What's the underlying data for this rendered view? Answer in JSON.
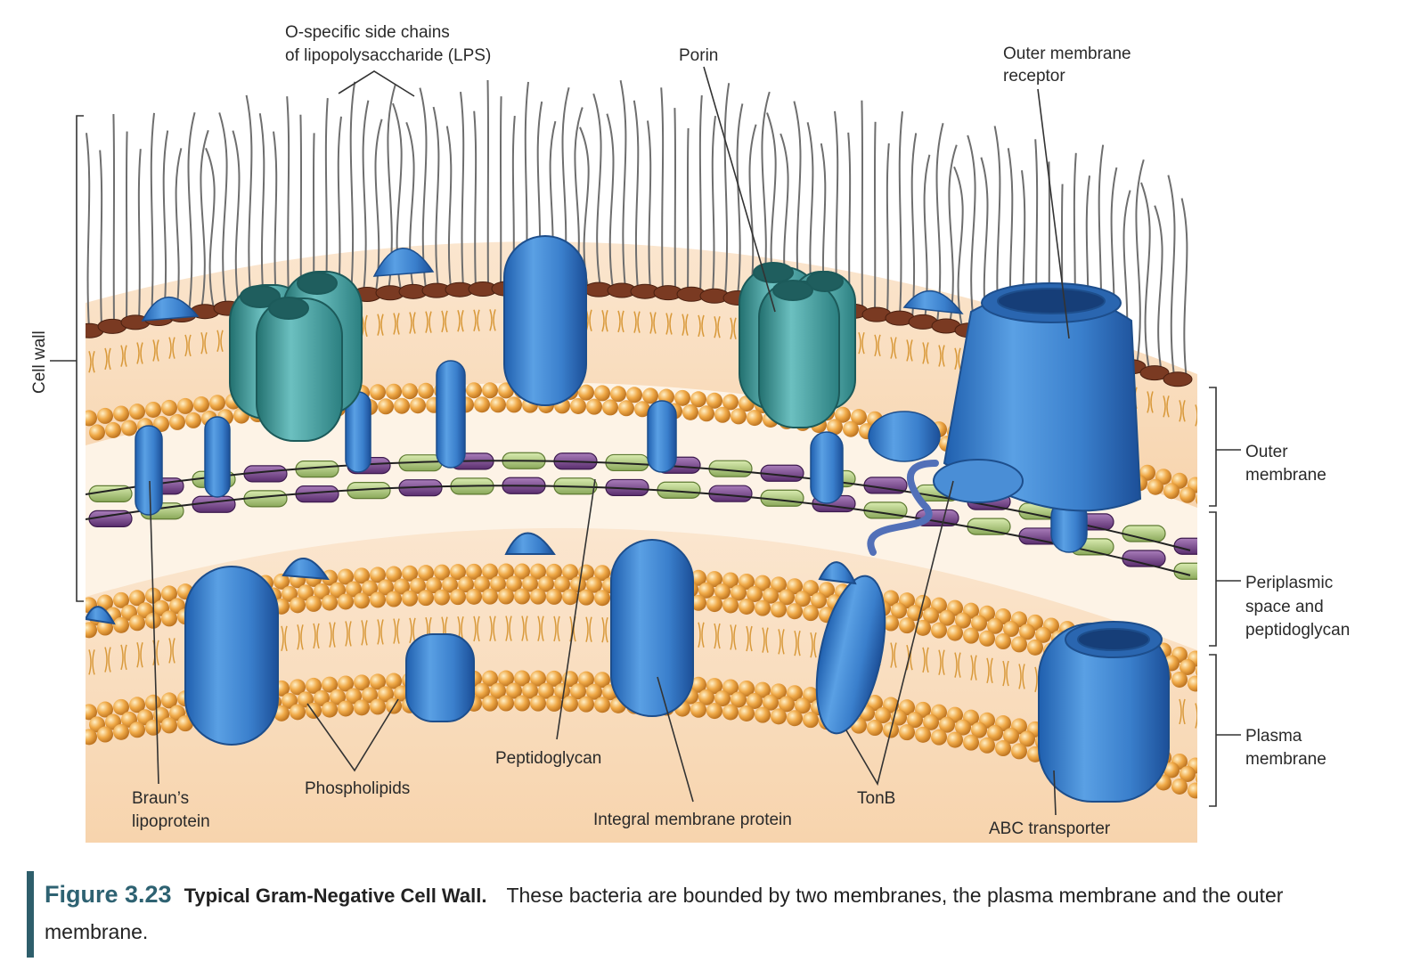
{
  "labels": {
    "lps_line1": "O-specific side chains",
    "lps_line2": "of  lipopolysaccharide (LPS)",
    "porin": "Porin",
    "omr_line1": "Outer membrane",
    "omr_line2": "receptor",
    "cell_wall": "Cell wall",
    "outer_membrane_line1": "Outer",
    "outer_membrane_line2": "membrane",
    "periplasm_line1": "Periplasmic",
    "periplasm_line2": "space and",
    "periplasm_line3": "peptidoglycan",
    "plasma_line1": "Plasma",
    "plasma_line2": "membrane",
    "braun_line1": "Braun’s",
    "braun_line2": "lipoprotein",
    "phospholipids": "Phospholipids",
    "peptidoglycan": "Peptidoglycan",
    "integral": "Integral membrane protein",
    "tonb": "TonB",
    "abc": "ABC transporter"
  },
  "caption": {
    "number": "Figure 3.23",
    "title": "Typical Gram-Negative Cell Wall.",
    "text": "These bacteria are bounded by two membranes, the plasma membrane and the outer membrane."
  },
  "colors": {
    "protein_blue": "#3b7fc8",
    "porin_teal": "#3f9a9c",
    "lipid_orange": "#e8a24a",
    "lps_brown": "#7a3a22",
    "pg_green": "#a8c27a",
    "pg_purple": "#7b4a8c",
    "caption_accent": "#2e6272"
  }
}
